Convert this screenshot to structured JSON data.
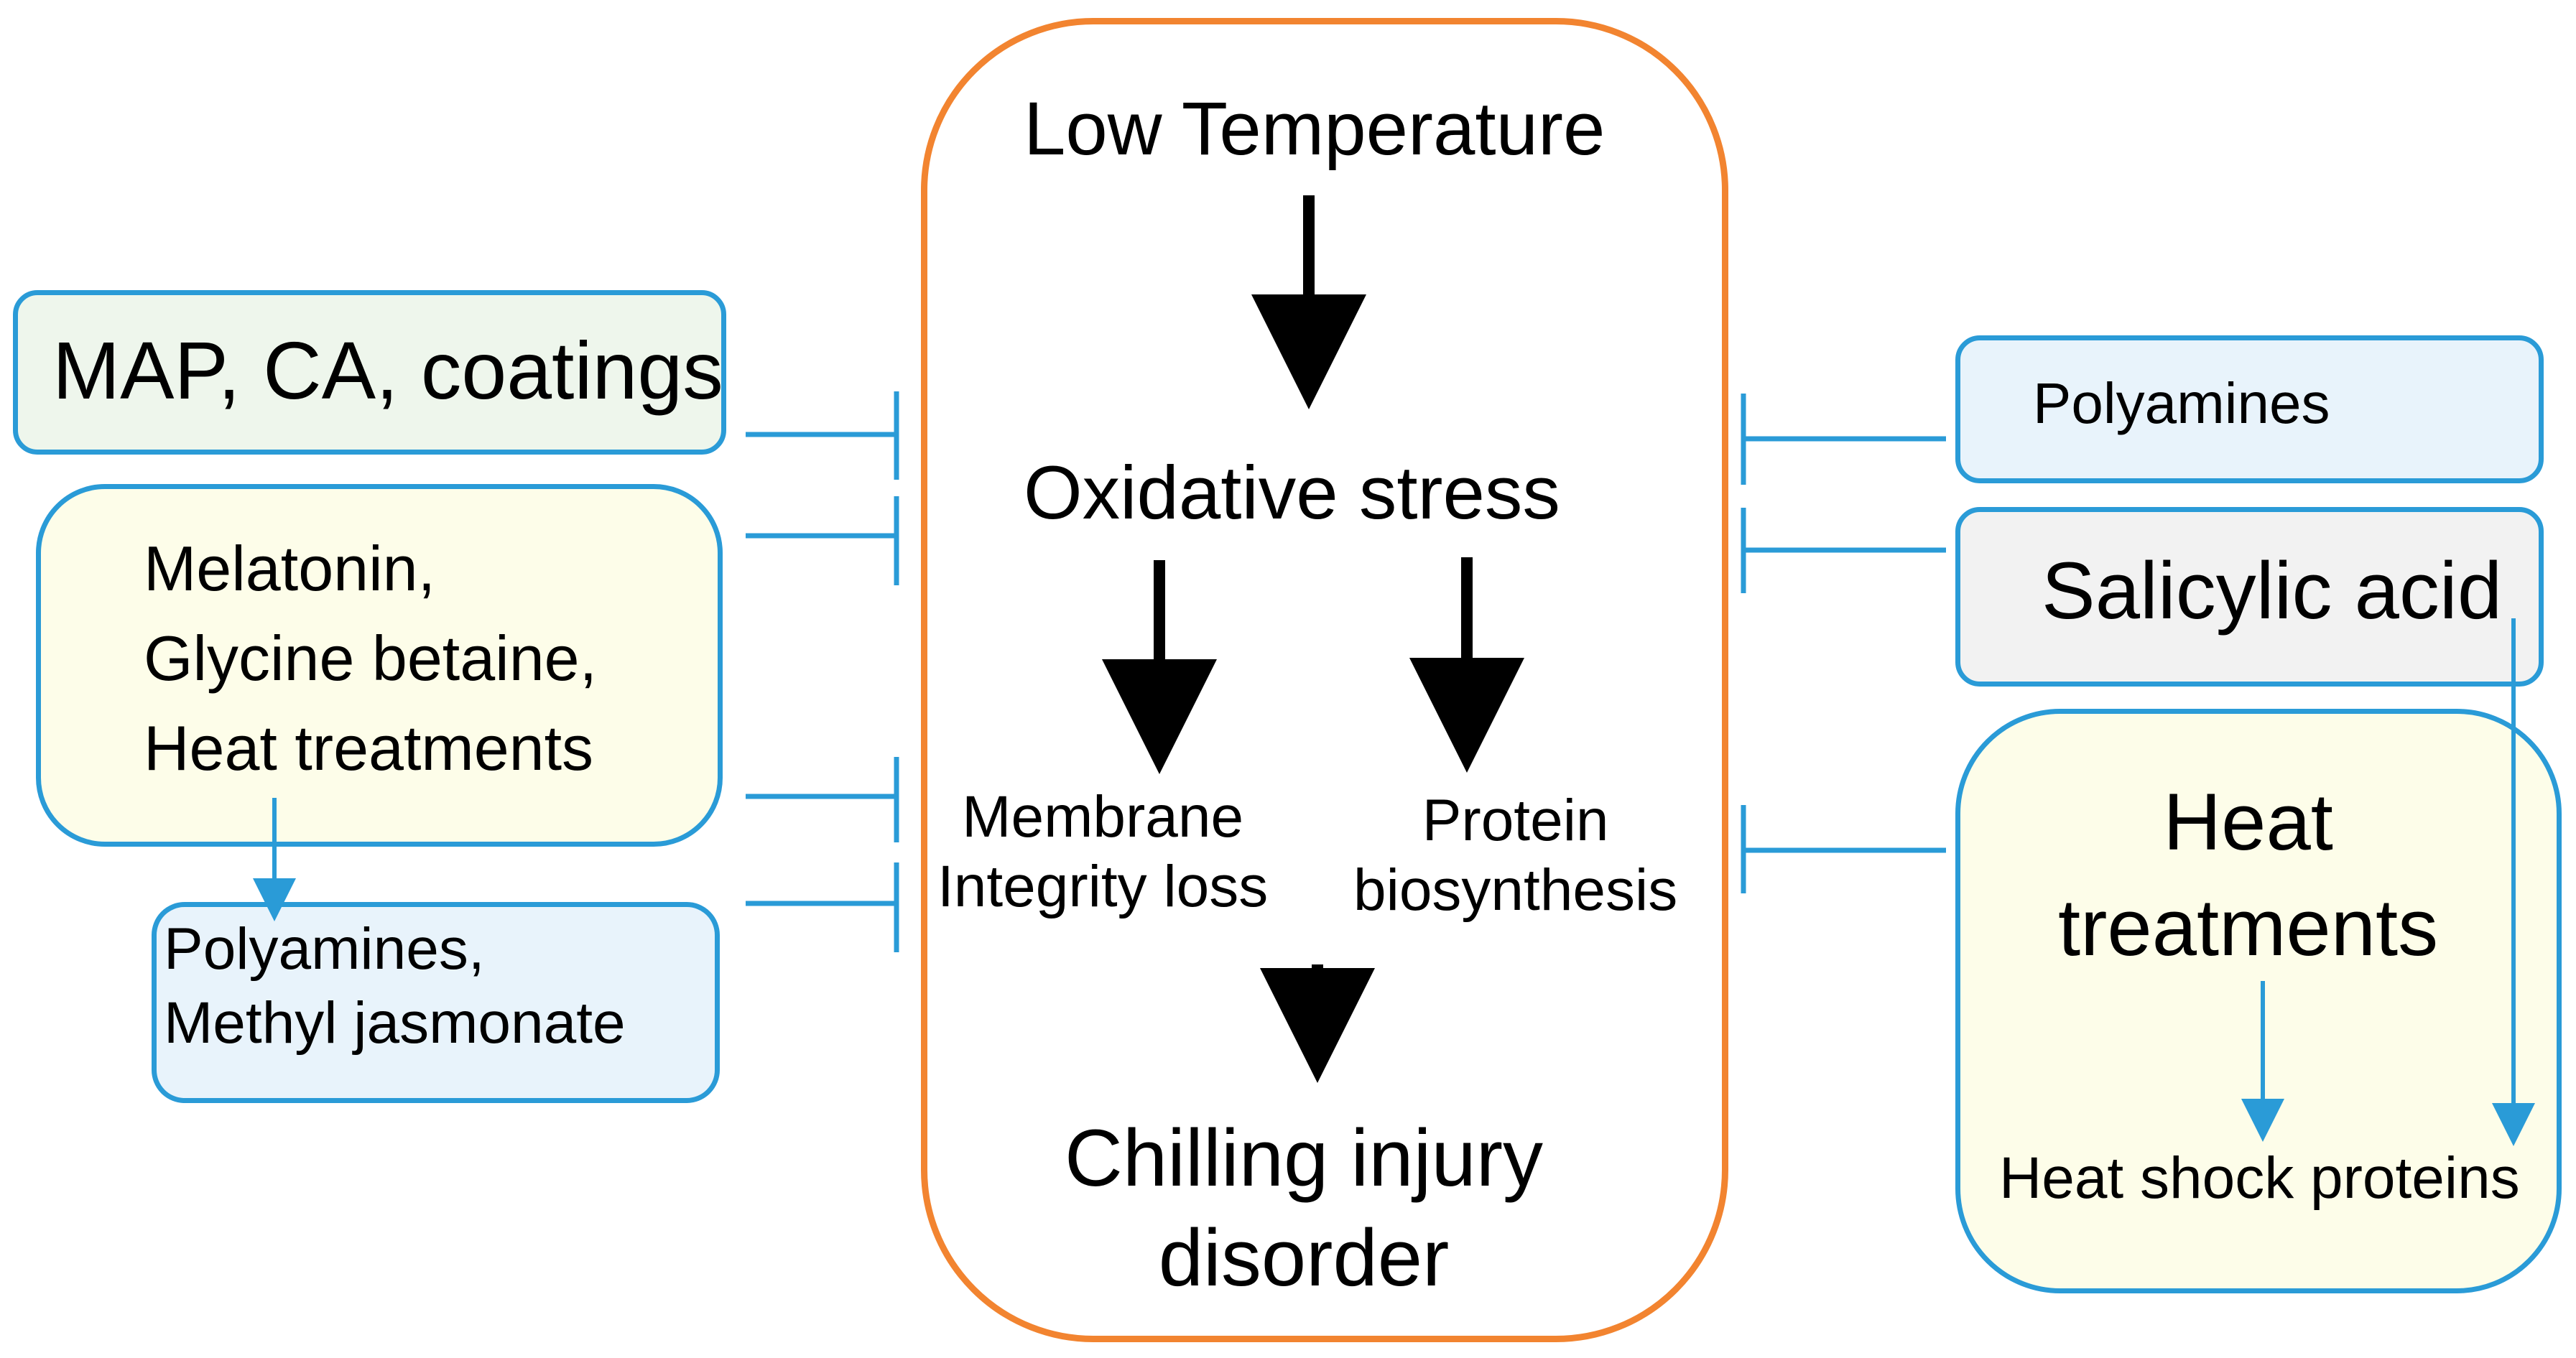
{
  "center": {
    "low_temperature": "Low Temperature",
    "oxidative_stress": "Oxidative stress",
    "membrane_loss": "Membrane\nIntegrity loss",
    "protein_biosynthesis": "Protein\nbiosynthesis",
    "chilling_injury": "Chilling injury\ndisorder"
  },
  "left": {
    "map_ca": "MAP, CA, coatings",
    "melatonin_group": "Melatonin,\nGlycine betaine,\nHeat treatments",
    "polyamines_mj": "Polyamines,\nMethyl jasmonate"
  },
  "right": {
    "polyamines": "Polyamines",
    "salicylic_acid": "Salicylic acid",
    "heat_treatments": "Heat\ntreatments",
    "heat_shock_proteins": "Heat shock proteins"
  },
  "colors": {
    "center_border": "#f28430",
    "box_border": "#2a9bd7",
    "inhibit_line": "#2a9bd7",
    "green_fill": "#eef6ec",
    "yellow_fill": "#fdfde9",
    "blue_fill": "#e8f3fb",
    "gray_fill": "#f2f2f2"
  }
}
